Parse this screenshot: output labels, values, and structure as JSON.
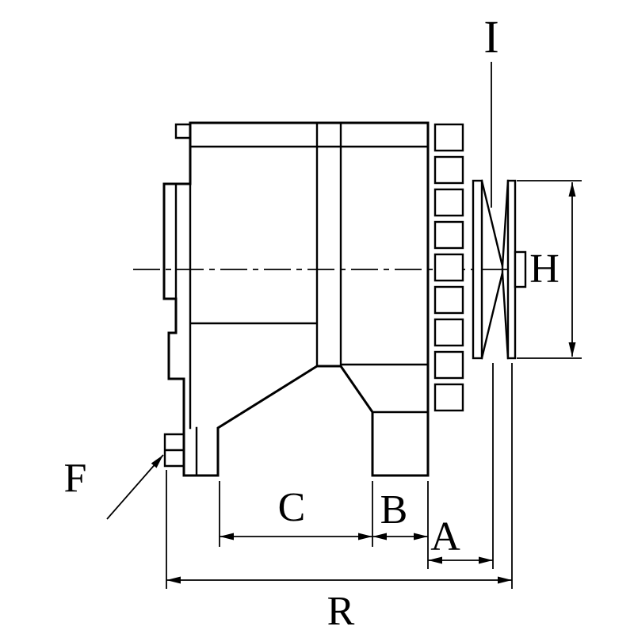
{
  "drawing": {
    "background_color": "#ffffff",
    "line_color": "#000000",
    "labels": {
      "i": "I",
      "h": "H",
      "f": "F",
      "c": "C",
      "b": "B",
      "a": "A",
      "r": "R"
    }
  }
}
